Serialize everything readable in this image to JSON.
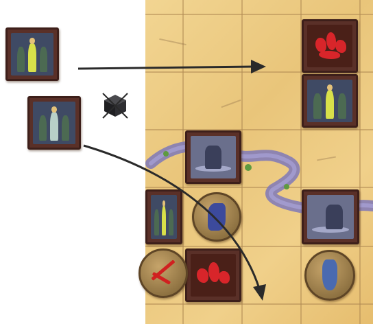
{
  "scene": {
    "colors": {
      "board_sand": "#efce88",
      "board_grid": "#b08a54",
      "river": "#7e78b8",
      "tile_frame": "#5a3028",
      "tile_craft_bg": "#3f4a64",
      "tile_red_bg": "#4a2018",
      "accent_red": "#d8252a",
      "accent_yellow": "#d8e04a",
      "arrow": "#2a2a2a",
      "cube": "#2e2e30"
    },
    "icons": {
      "craftsmen_tile": "artisans-tile-icon",
      "red_tile": "red-monument-tile-icon",
      "nile_tile": "nile-tile-icon",
      "disc": "token-disc-icon",
      "cube": "cube-marker-icon",
      "cross": "crossed-out-icon"
    },
    "offboard_tiles": [
      {
        "kind": "craftsmen"
      },
      {
        "kind": "craftsmen"
      }
    ],
    "board_tiles": [
      {
        "kind": "red"
      },
      {
        "kind": "craftsmen"
      },
      {
        "kind": "nile"
      },
      {
        "kind": "craftsmen"
      },
      {
        "kind": "nile"
      },
      {
        "kind": "red"
      }
    ],
    "discs": [
      {
        "glyph": "blue-figure"
      },
      {
        "glyph": "red-marks"
      },
      {
        "glyph": "vase"
      }
    ],
    "arrows": [
      {
        "from": "upper-offboard-tile",
        "to": "board-row-1"
      },
      {
        "from": "lower-offboard-tile",
        "to": "board-row-5"
      }
    ]
  }
}
